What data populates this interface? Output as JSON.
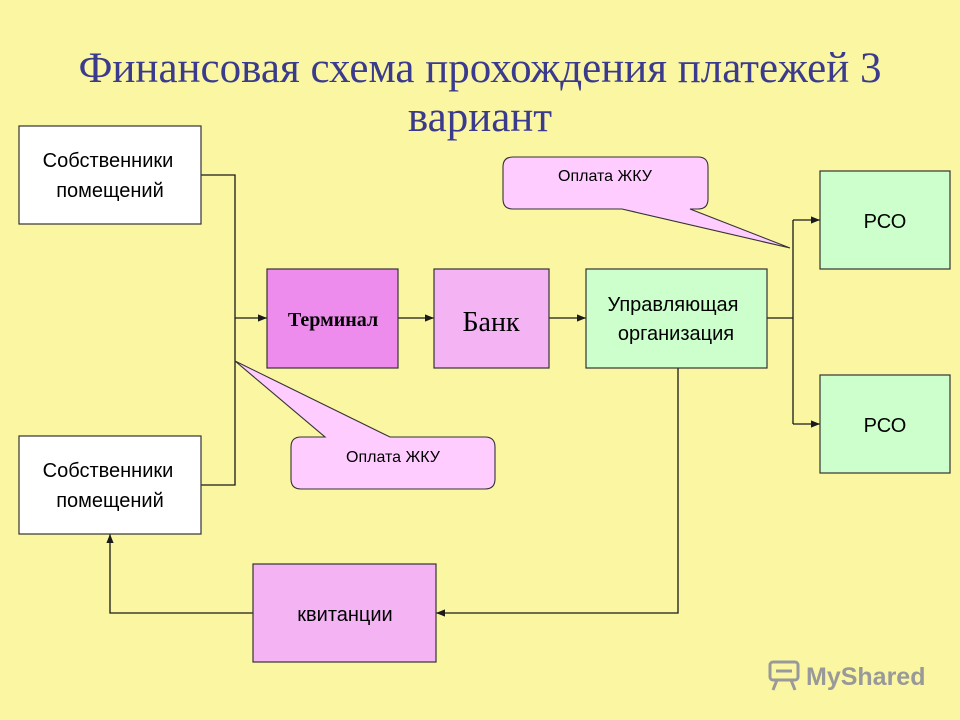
{
  "title": {
    "line1": "Финансовая схема прохождения платежей 3",
    "line2": "вариант"
  },
  "colors": {
    "background": "#FAF6A2",
    "title": "#3B3B8E",
    "owner_box": "#FFFFFF",
    "terminal_box": "#EE8CEE",
    "bank_box": "#F4B4F4",
    "receipts_box": "#F4B4F4",
    "green_box": "#CCFFCC",
    "callout": "#FFCCFF",
    "line": "#1A1A1A",
    "watermark": "#999999"
  },
  "nodes": {
    "owners_top": {
      "line1": "Собственники",
      "line2": "помещений"
    },
    "owners_bottom": {
      "line1": "Собственники",
      "line2": "помещений"
    },
    "terminal": {
      "label": "Терминал"
    },
    "bank": {
      "label": "Банк"
    },
    "management": {
      "line1": "Управляющая",
      "line2": "организация"
    },
    "rso_top": {
      "label": "РСО"
    },
    "rso_bottom": {
      "label": "РСО"
    },
    "receipts": {
      "label": "квитанции"
    }
  },
  "callouts": {
    "top": {
      "label": "Оплата ЖКУ"
    },
    "bottom": {
      "label": "Оплата ЖКУ"
    }
  },
  "watermark": {
    "text": "MyShared",
    "icon": "myshared-logo-icon"
  }
}
